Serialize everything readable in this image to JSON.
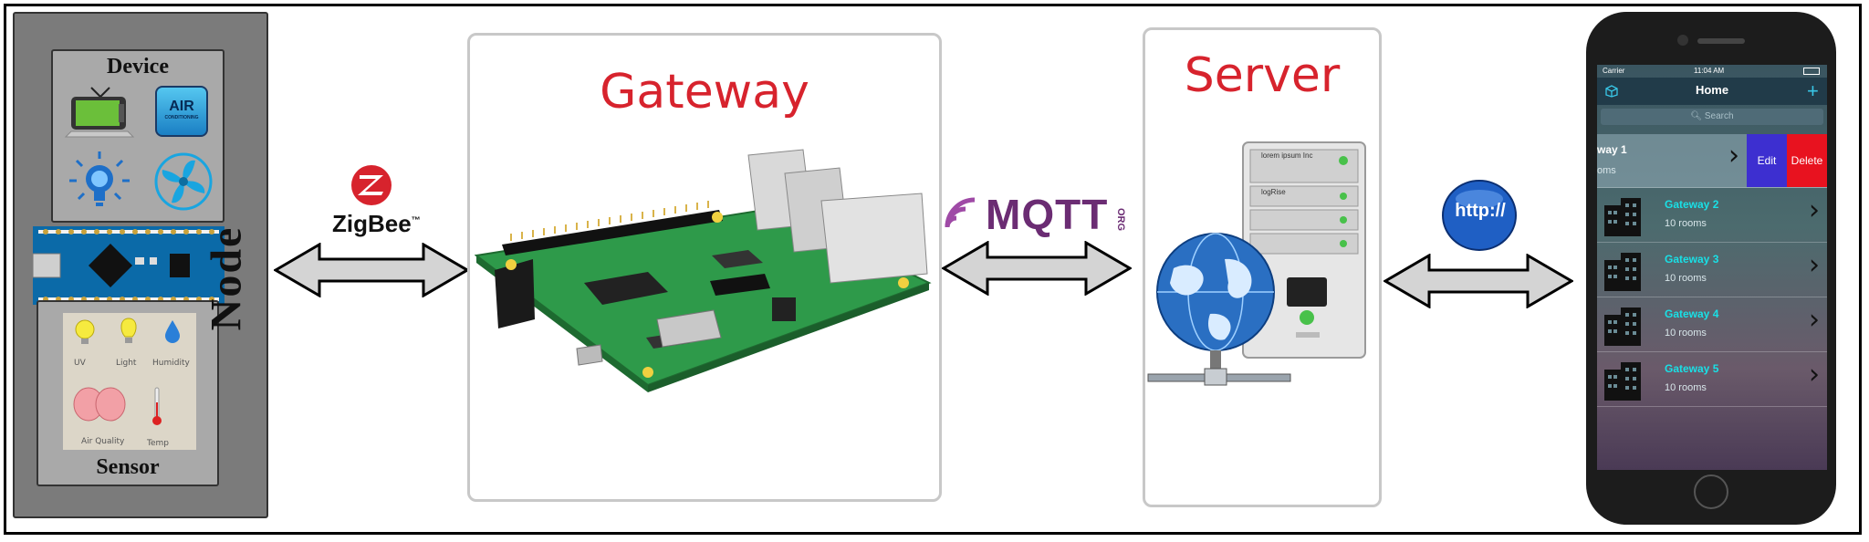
{
  "node": {
    "label": "Node",
    "device_title": "Device",
    "sensor_title": "Sensor",
    "air_icon_text": "AIR",
    "air_icon_sub": "CONDITIONING"
  },
  "sensors": {
    "uv": "UV",
    "light": "Light",
    "humidity": "Humidity",
    "air_quality": "Air Quality",
    "temp": "Temp"
  },
  "gateway": {
    "title": "Gateway"
  },
  "server": {
    "title": "Server",
    "text1": "lorem ipsum Inc",
    "text2": "logRise"
  },
  "protocols": {
    "zigbee": "ZigBee",
    "zigbee_tm": "™",
    "mqtt": "MQTT",
    "mqtt_org": "ORG",
    "http": "http://"
  },
  "phone": {
    "carrier": "Carrier",
    "time": "11:04 AM",
    "nav_title": "Home",
    "add": "+",
    "search_placeholder": "Search",
    "rows": [
      {
        "title": "way 1",
        "sub": "oms"
      },
      {
        "title": "Gateway 2",
        "sub": "10 rooms"
      },
      {
        "title": "Gateway 3",
        "sub": "10 rooms"
      },
      {
        "title": "Gateway 4",
        "sub": "10 rooms"
      },
      {
        "title": "Gateway 5",
        "sub": "10 rooms"
      }
    ],
    "edit": "Edit",
    "delete": "Delete"
  },
  "colors": {
    "title_red": "#d7232d",
    "edit_blue": "#3d2fd0",
    "delete_red": "#e8121f",
    "board_green": "#2e9a4a",
    "mqtt_purple": "#6b2c73"
  }
}
